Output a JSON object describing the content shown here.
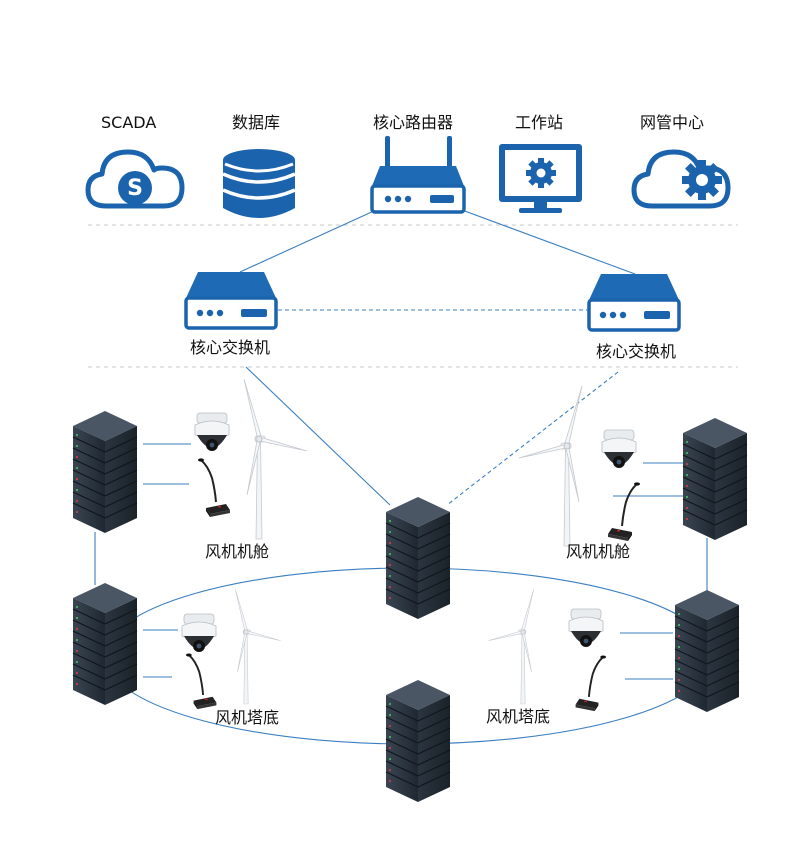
{
  "top_row": {
    "scada": "SCADA",
    "database": "数据库",
    "core_router": "核心路由器",
    "workstation": "工作站",
    "nms_center": "网管中心"
  },
  "switches": {
    "left": "核心交换机",
    "right": "核心交换机"
  },
  "nodes": {
    "nacelle_left": "风机机舱",
    "nacelle_right": "风机机舱",
    "tower_left": "风机塔底",
    "tower_right": "风机塔底"
  },
  "icons": {
    "scada": "cloud-s-icon",
    "database": "database-icon",
    "router": "router-icon",
    "workstation": "monitor-gear-icon",
    "nms": "cloud-gear-icon",
    "switch": "switch-icon",
    "server_rack": "server-rack-icon",
    "camera": "ptz-camera-icon",
    "microphone": "microphone-icon",
    "turbine": "wind-turbine-icon"
  },
  "colors": {
    "accent": "#1b64ad",
    "line": "#3a7fc1",
    "divider": "#c8c8c8",
    "rack": "#2a3440"
  }
}
